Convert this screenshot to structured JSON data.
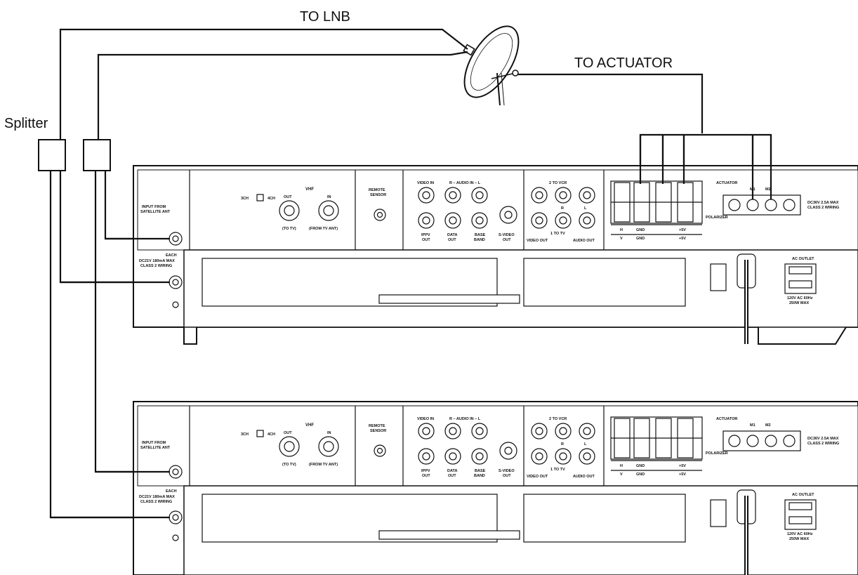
{
  "labels": {
    "to_lnb": "TO LNB",
    "to_actuator": "TO ACTUATOR",
    "splitter": "Splitter"
  },
  "receiver_upper": {
    "input_label_1": "INPUT FROM",
    "input_label_2": "SATELLITE ANT",
    "each": "EACH",
    "dc_rating": "DC21V 180mA MAX",
    "class2": "CLASS 2 WIRING",
    "ch3": "3CH",
    "ch4": "4CH",
    "vhf": "VHF",
    "out": "OUT",
    "in": "IN",
    "to_tv": "(TO TV)",
    "from_tv_ant": "(FROM TV ANT)",
    "remote_1": "REMOTE",
    "remote_2": "SENSOR",
    "video_in": "VIDEO IN",
    "audio_in": "R – AUDIO IN – L",
    "ippv": "IPPV",
    "ippv_out": "OUT",
    "data": "DATA",
    "data_out": "OUT",
    "base": "BASE",
    "band": "BAND",
    "svideo": "S-VIDEO",
    "svideo_out": "OUT",
    "to_vcr": "2  TO VCR",
    "r": "R",
    "l": "L",
    "to_tv_1": "1  TO TV",
    "video_out": "VIDEO OUT",
    "audio_out": "AUDIO OUT",
    "polarizer": "POLARIZER",
    "actuator": "ACTUATOR",
    "m1": "M1",
    "m2": "M2",
    "dc36_1": "DC36V 2.5A MAX",
    "dc36_2": "CLASS 2 WIRING",
    "term_h": "H",
    "term_v": "V",
    "term_gnd": "GND",
    "term_5v": "+5V",
    "ac_outlet": "AC OUTLET",
    "ac_rating_1": "120V AC 60Hz",
    "ac_rating_2": "250W MAX"
  },
  "receiver_lower": {
    "input_label_1": "INPUT FROM",
    "input_label_2": "SATELLITE ANT",
    "each": "EACH",
    "dc_rating": "DC21V 180mA MAX",
    "class2": "CLASS 2 WIRING",
    "ch3": "3CH",
    "ch4": "4CH",
    "vhf": "VHF",
    "out": "OUT",
    "in": "IN",
    "to_tv": "(TO TV)",
    "from_tv_ant": "(FROM TV ANT)",
    "remote_1": "REMOTE",
    "remote_2": "SENSOR",
    "video_in": "VIDEO IN",
    "audio_in": "R – AUDIO IN – L",
    "ippv": "IPPV",
    "ippv_out": "OUT",
    "data": "DATA",
    "data_out": "OUT",
    "base": "BASE",
    "band": "BAND",
    "svideo": "S-VIDEO",
    "svideo_out": "OUT",
    "to_vcr": "2  TO VCR",
    "r": "R",
    "l": "L",
    "to_tv_1": "1  TO TV",
    "video_out": "VIDEO OUT",
    "audio_out": "AUDIO OUT",
    "polarizer": "POLARIZER",
    "actuator": "ACTUATOR",
    "m1": "M1",
    "m2": "M2",
    "dc36_1": "DC36V 2.5A MAX",
    "dc36_2": "CLASS 2 WIRING",
    "term_h": "H",
    "term_v": "V",
    "term_gnd": "GND",
    "term_5v": "+5V",
    "ac_outlet": "AC OUTLET",
    "ac_rating_1": "120V AC 60Hz",
    "ac_rating_2": "250W MAX"
  }
}
